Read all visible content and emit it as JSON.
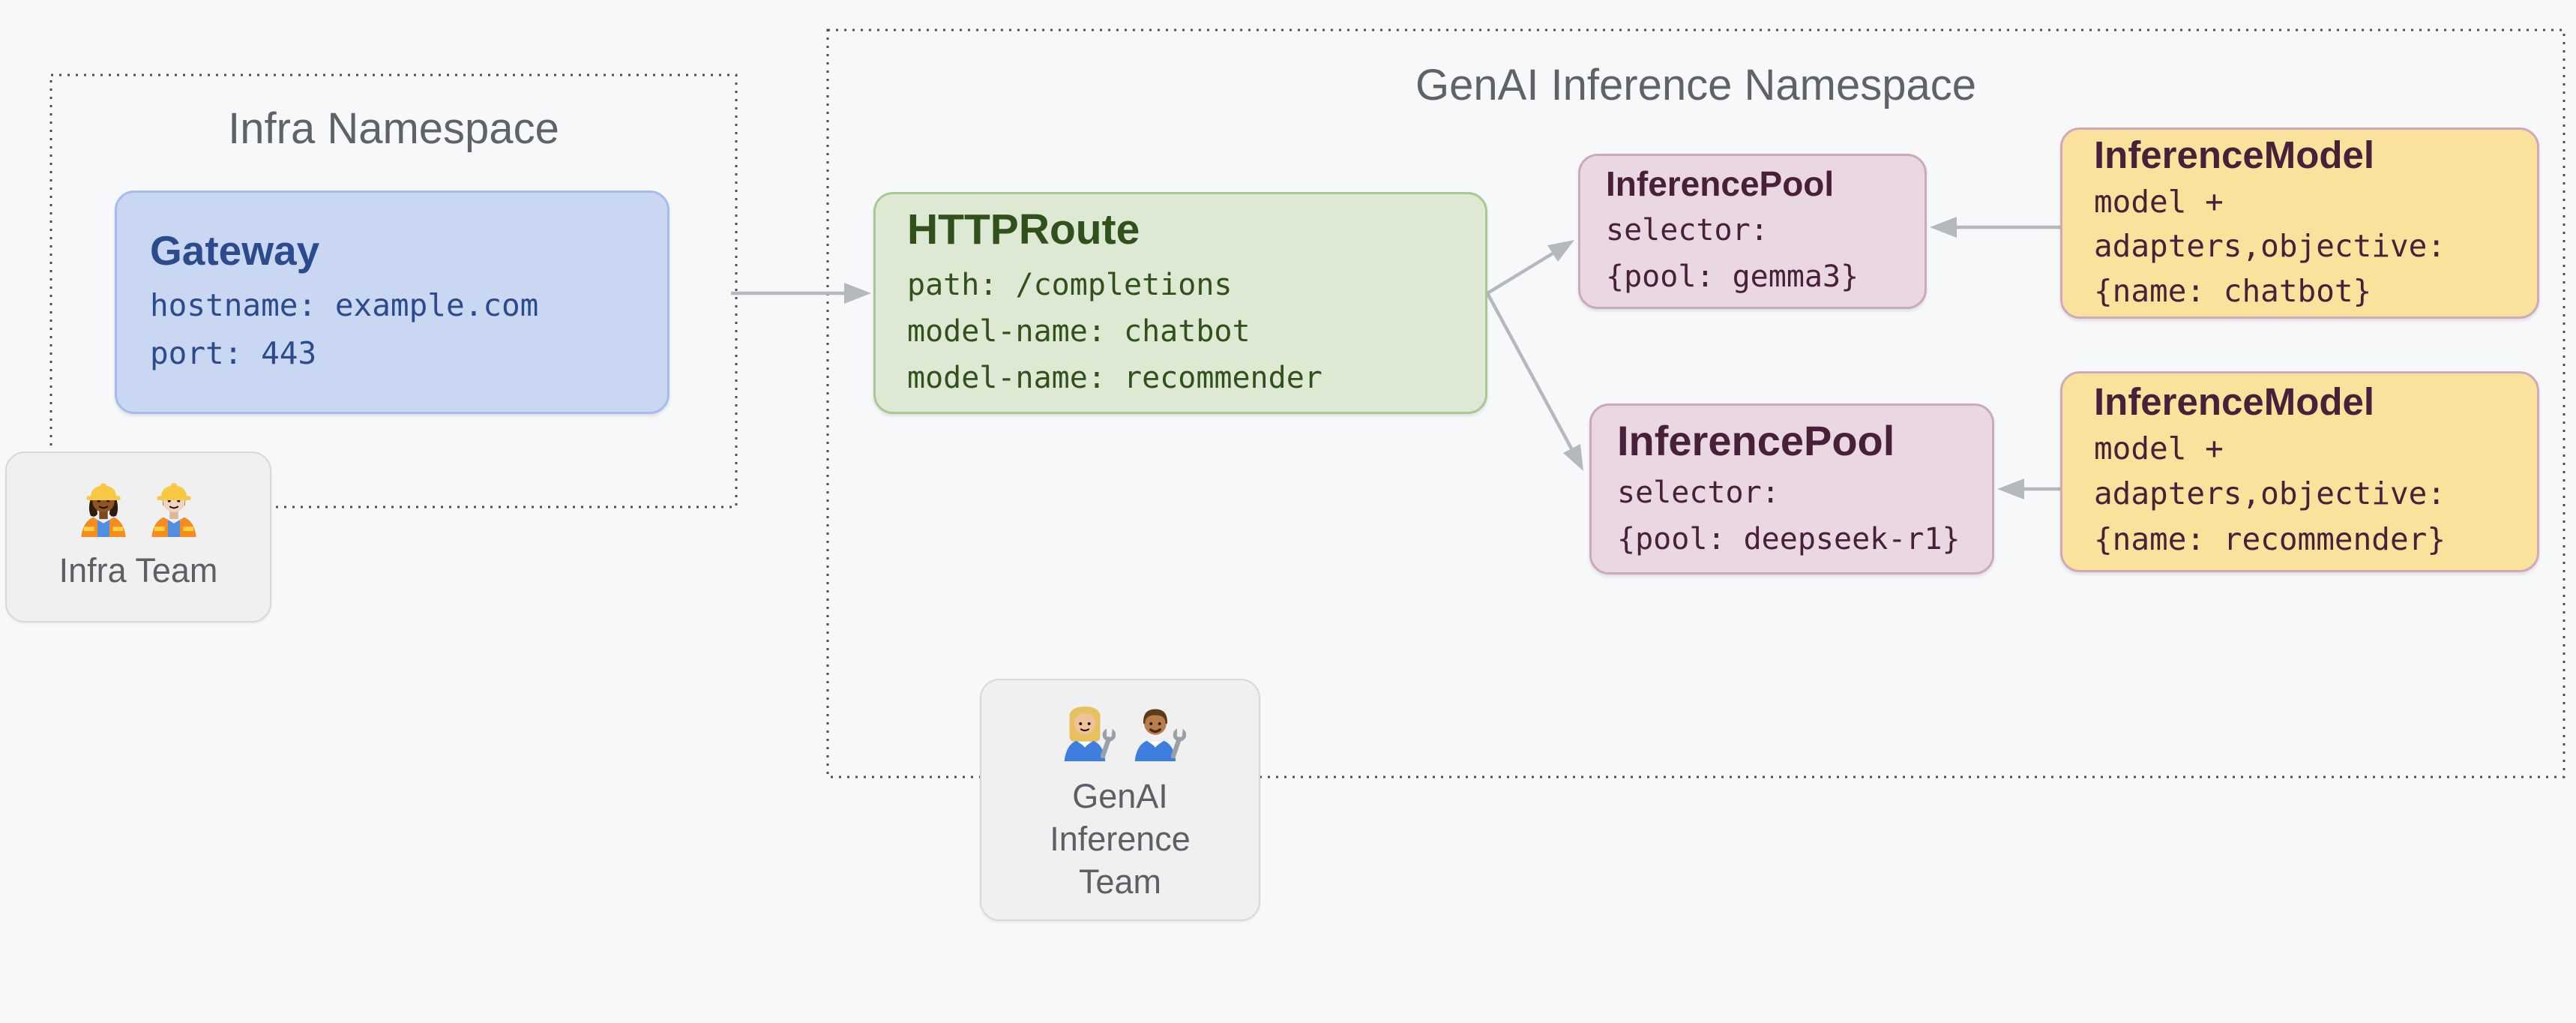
{
  "namespaces": {
    "infra": {
      "title": "Infra Namespace"
    },
    "genai": {
      "title": "GenAI Inference Namespace"
    }
  },
  "nodes": {
    "gateway": {
      "title": "Gateway",
      "lines": [
        "hostname: example.com",
        "port: 443"
      ]
    },
    "httproute": {
      "title": "HTTPRoute",
      "lines": [
        "path: /completions",
        "model-name: chatbot",
        "model-name: recommender"
      ]
    },
    "pool_gemma3": {
      "title": "InferencePool",
      "lines": [
        "selector:",
        "{pool: gemma3}"
      ]
    },
    "pool_deepseek": {
      "title": "InferencePool",
      "lines": [
        "selector:",
        "{pool: deepseek-r1}"
      ]
    },
    "model_chatbot": {
      "title": "InferenceModel",
      "lines": [
        "model +",
        "adapters,objective:",
        "{name: chatbot}"
      ]
    },
    "model_recommender": {
      "title": "InferenceModel",
      "lines": [
        "model +",
        "adapters,objective:",
        "{name: recommender}"
      ]
    }
  },
  "teams": {
    "infra": {
      "label": "Infra Team",
      "icons": [
        "woman-construction-worker-emoji",
        "man-construction-worker-emoji"
      ]
    },
    "genai": {
      "label": "GenAI Inference Team",
      "icons": [
        "woman-mechanic-emoji",
        "man-mechanic-emoji"
      ]
    }
  },
  "edges": [
    {
      "from": "infra-namespace",
      "to": "httproute"
    },
    {
      "from": "httproute",
      "to": "pool_gemma3"
    },
    {
      "from": "httproute",
      "to": "pool_deepseek"
    },
    {
      "from": "model_chatbot",
      "to": "pool_gemma3"
    },
    {
      "from": "model_recommender",
      "to": "pool_deepseek"
    }
  ],
  "colors": {
    "background": "#f7f8fa",
    "namespace_border": "#4f4f4f",
    "namespace_title": "#5f6368",
    "arrow": "#b5b8bc",
    "gateway_fill": "#c9d7f3",
    "gateway_border": "#a6bceb",
    "gateway_text": "#2b4b8c",
    "httproute_fill": "#dde9d3",
    "httproute_border": "#a9c795",
    "httproute_text": "#31511c",
    "pool_fill": "#e9d8e1",
    "pool_border": "#c9a9bb",
    "pool_text": "#49203a",
    "model_fill": "#fae29c",
    "model_border": "#cfa9bb",
    "model_text": "#49203a",
    "team_fill": "#f0f0f1",
    "team_border": "#d8d8d8",
    "team_text": "#5c5f63"
  }
}
